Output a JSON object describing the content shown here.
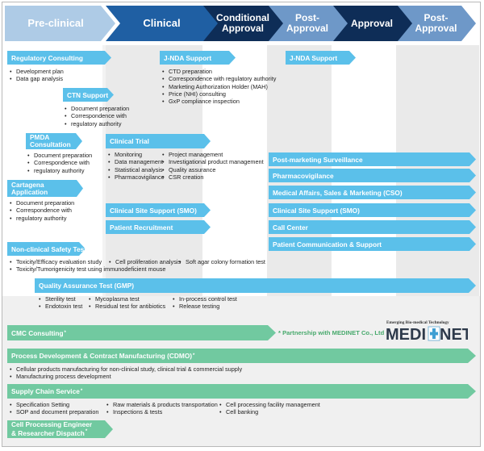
{
  "phases": [
    {
      "id": "pre-clinical",
      "label": "Pre-clinical",
      "lines": [
        "Pre-clinical"
      ],
      "color": "#aecbe6"
    },
    {
      "id": "clinical",
      "label": "Clinical",
      "lines": [
        "Clinical"
      ],
      "color": "#1f5fa3"
    },
    {
      "id": "conditional-approval",
      "label": "Conditional Approval",
      "lines": [
        "Conditional",
        "Approval"
      ],
      "color": "#0e2d57"
    },
    {
      "id": "post-approval-1",
      "label": "Post-Approval",
      "lines": [
        "Post-",
        "Approval"
      ],
      "color": "#6e98c8"
    },
    {
      "id": "approval",
      "label": "Approval",
      "lines": [
        "Approval"
      ],
      "color": "#0e2d57"
    },
    {
      "id": "post-approval-2",
      "label": "Post-Approval",
      "lines": [
        "Post-",
        "Approval"
      ],
      "color": "#6e98c8"
    }
  ],
  "colors": {
    "blue_box": "#5bc0ea",
    "green_box": "#71c9a0",
    "grey_column": "#eaeaea",
    "lower_background": "#f0f0f0",
    "partner_text": "#47a96c"
  },
  "services": {
    "regulatory_consulting": {
      "label": "Regulatory Consulting",
      "items": [
        "Development plan",
        "Data gap analysis"
      ]
    },
    "jnda_support_clinical": {
      "label": "J-NDA Support",
      "items": [
        "CTD preparation",
        "Correspondence with regulatory authority",
        "Marketing Authorization Holder (MAH)",
        "Price (NHI) consulting",
        "GxP compliance inspection"
      ]
    },
    "jnda_support_approval": {
      "label": "J-NDA Support"
    },
    "ctn_support": {
      "label": "CTN Support",
      "items": [
        "Document preparation",
        "Correspondence with",
        "regulatory authority"
      ]
    },
    "pmda_consultation": {
      "label_lines": [
        "PMDA",
        "Consultation"
      ],
      "items": [
        "Document preparation",
        "Correspondence with",
        "regulatory authority"
      ]
    },
    "clinical_trial": {
      "label": "Clinical Trial",
      "items_col1": [
        "Monitoring",
        "Data management",
        "Statistical analysis",
        "Pharmacovigilance"
      ],
      "items_col2": [
        "Project management",
        "Investigational product management",
        "Quality assurance",
        "CSR creation"
      ]
    },
    "cartagena_application": {
      "label_lines": [
        "Cartagena",
        "Application"
      ],
      "items": [
        "Document preparation",
        "Correspondence with",
        "regulatory authority"
      ]
    },
    "post_marketing_surveillance": {
      "label": "Post-marketing Surveillance"
    },
    "pharmacovigilance": {
      "label": "Pharmacovigilance"
    },
    "medical_affairs": {
      "label": "Medical Affairs, Sales & Marketing (CSO)"
    },
    "clinical_site_support_right": {
      "label": "Clinical Site Support (SMO)"
    },
    "call_center": {
      "label": "Call Center"
    },
    "patient_communication": {
      "label": "Patient Communication & Support"
    },
    "clinical_site_support_mid": {
      "label": "Clinical Site Support (SMO)"
    },
    "patient_recruitment": {
      "label": "Patient Recruitment"
    },
    "non_clinical_safety_test": {
      "label": "Non-clinical Safety Test",
      "items_row1": [
        "Toxicity/Efficacy evaluation study",
        "Cell proliferation analysis",
        "Soft agar colony formation test"
      ],
      "items_row2": [
        "Toxicity/Tumorigenicity test using immunodeficient mouse"
      ]
    },
    "quality_assurance_test": {
      "label": "Quality Assurance Test (GMP)",
      "items_col1": [
        "Sterility test",
        "Endotoxin test"
      ],
      "items_col2": [
        "Mycoplasma test",
        "Residual test for antibiotics"
      ],
      "items_col3": [
        "In-process control test",
        "Release testing"
      ]
    },
    "cmc_consulting": {
      "label": "CMC Consulting",
      "mark": "*"
    },
    "process_development": {
      "label": "Process Development & Contract Manufacturing (CDMO)",
      "mark": "*",
      "items": [
        "Cellular products manufacturing for non-clinical study, clinical trial & commercial supply",
        "Manufacturing process development"
      ]
    },
    "supply_chain": {
      "label": "Supply Chain Service",
      "mark": "*",
      "items_col1": [
        "Specification Setting",
        "SOP and document preparation"
      ],
      "items_col2": [
        "Raw materials & products transportation",
        "Inspections & tests"
      ],
      "items_col3": [
        "Cell processing facility management",
        "Cell banking"
      ]
    },
    "cell_processing": {
      "label_lines": [
        "Cell Processing Engineer",
        "& Researcher Dispatch"
      ],
      "mark": "*"
    }
  },
  "partner": {
    "text": "* Partnership with MEDINET Co., Ltd",
    "logo_tagline": "Emerging Bio-medical Technology",
    "logo_text_left": "MEDI",
    "logo_text_right": "NET"
  }
}
